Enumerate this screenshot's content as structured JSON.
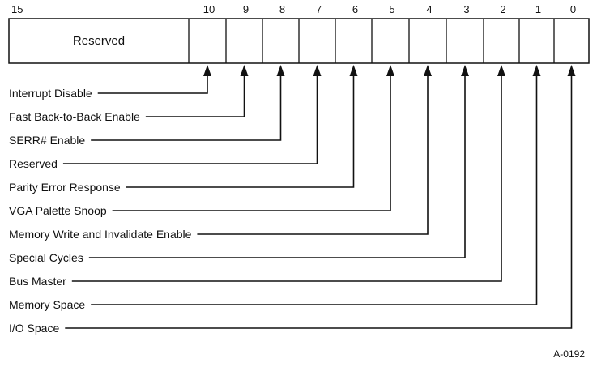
{
  "register": {
    "high_bit_label": "15",
    "reserved_field_label": "Reserved",
    "bits": [
      "10",
      "9",
      "8",
      "7",
      "6",
      "5",
      "4",
      "3",
      "2",
      "1",
      "0"
    ]
  },
  "fields": [
    {
      "bit": "10",
      "label": "Interrupt Disable"
    },
    {
      "bit": "9",
      "label": "Fast Back-to-Back Enable"
    },
    {
      "bit": "8",
      "label": "SERR# Enable"
    },
    {
      "bit": "7",
      "label": "Reserved"
    },
    {
      "bit": "6",
      "label": "Parity Error Response"
    },
    {
      "bit": "5",
      "label": "VGA Palette Snoop"
    },
    {
      "bit": "4",
      "label": "Memory Write and Invalidate Enable"
    },
    {
      "bit": "3",
      "label": "Special Cycles"
    },
    {
      "bit": "2",
      "label": "Bus Master"
    },
    {
      "bit": "1",
      "label": "Memory Space"
    },
    {
      "bit": "0",
      "label": "I/O Space"
    }
  ],
  "figure_id": "A-0192",
  "colors": {
    "line": "#111111",
    "background": "#ffffff"
  }
}
